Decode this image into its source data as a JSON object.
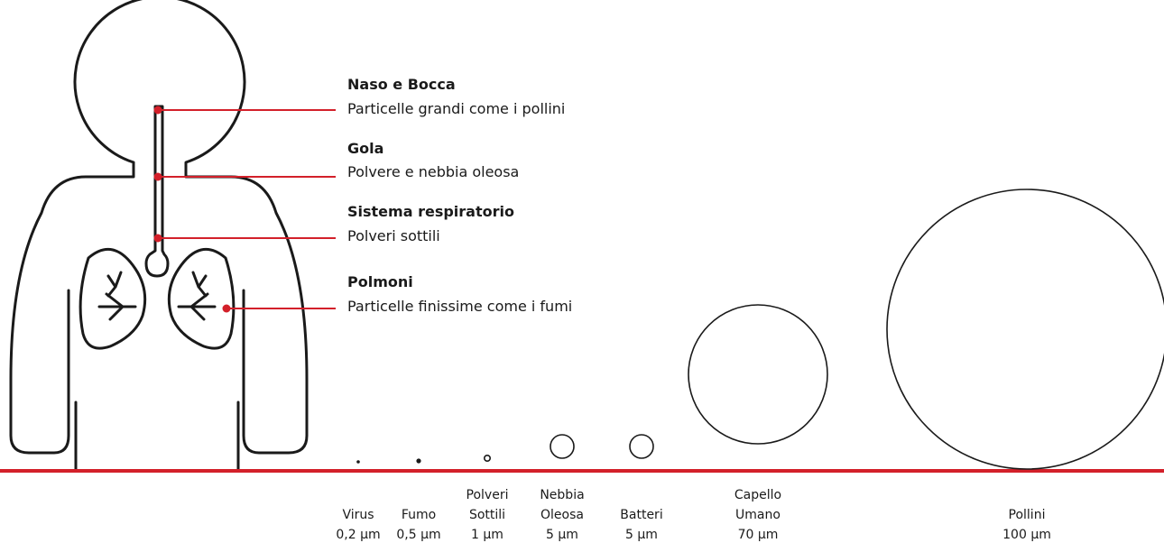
{
  "accent_color": "#d3202a",
  "annotations": [
    {
      "title": "Naso e Bocca",
      "desc": "Particelle grandi come i pollini"
    },
    {
      "title": "Gola",
      "desc": "Polvere e nebbia oleosa"
    },
    {
      "title": "Sistema respiratorio",
      "desc": "Polveri sottili"
    },
    {
      "title": "Polmoni",
      "desc": "Particelle finissime come i fumi"
    }
  ],
  "particles": [
    {
      "name": [
        "Virus"
      ],
      "size": "0,2 µm"
    },
    {
      "name": [
        "Fumo"
      ],
      "size": "0,5 µm"
    },
    {
      "name": [
        "Polveri",
        "Sottili"
      ],
      "size": "1 µm"
    },
    {
      "name": [
        "Nebbia",
        "Oleosa"
      ],
      "size": "5 µm"
    },
    {
      "name": [
        "Batteri"
      ],
      "size": "5 µm"
    },
    {
      "name": [
        "Capello",
        "Umano"
      ],
      "size": "70 µm"
    },
    {
      "name": [
        "Pollini"
      ],
      "size": "100 µm"
    }
  ]
}
